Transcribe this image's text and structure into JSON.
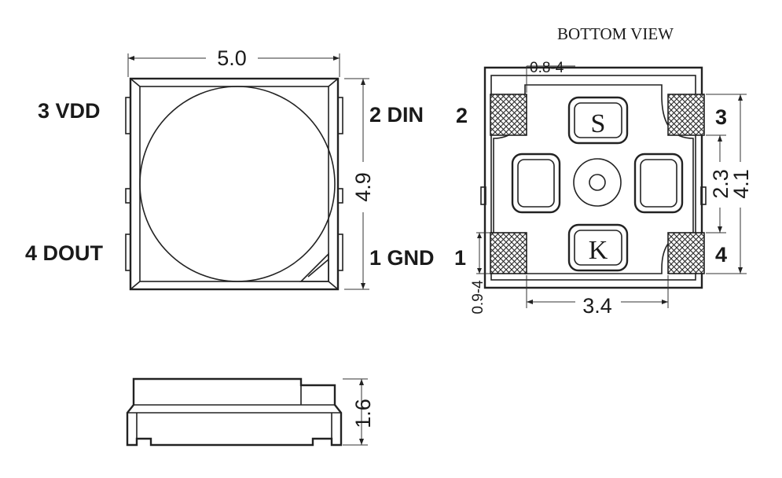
{
  "top_view": {
    "width_dim": "5.0",
    "height_dim": "4.9",
    "pin3": "3 VDD",
    "pin2": "2 DIN",
    "pin4": "4 DOUT",
    "pin1": "1 GND"
  },
  "side_view": {
    "height_dim": "1.6"
  },
  "bottom_view": {
    "title": "BOTTOM VIEW",
    "pad_width_dim": "0.8-4",
    "pad_height_dim": "0.9-4",
    "pad_spacing_dim": "3.4",
    "inner_dim": "2.3",
    "outer_dim": "4.1",
    "corner_2": "2",
    "corner_3": "3",
    "corner_1": "1",
    "corner_4": "4",
    "marker_top": "S",
    "marker_bottom": "K"
  }
}
